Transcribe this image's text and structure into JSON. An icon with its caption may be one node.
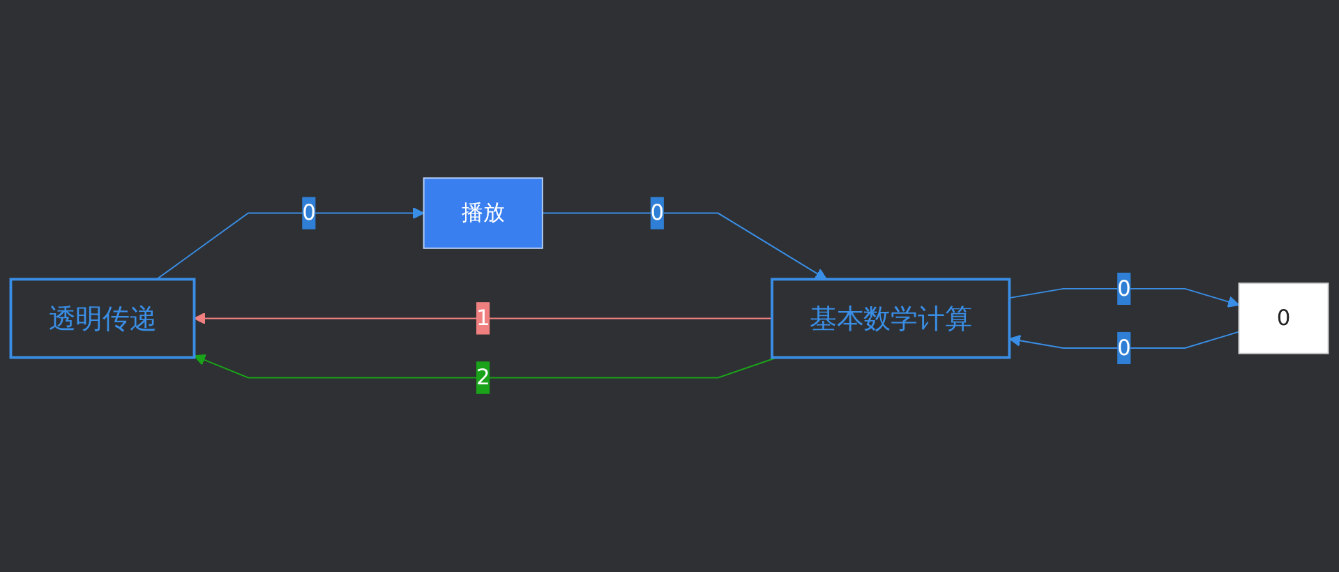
{
  "diagram": {
    "nodes": [
      {
        "text": [
          "透明传递"
        ]
      },
      {
        "text": [
          "基本数学计算"
        ]
      },
      {
        "text": [
          "0"
        ]
      },
      {
        "text": [
          "播放"
        ]
      }
    ],
    "edges": [
      {
        "from": 0,
        "to": 3,
        "arrow": "to",
        "label": "0"
      },
      {
        "from": 1,
        "to": 0,
        "arrow": "to",
        "label": "1",
        "color": "#f08080"
      },
      {
        "from": 1,
        "to": 0,
        "arrow": "to",
        "label": "2",
        "color": "#1aa31a"
      },
      {
        "from": 2,
        "to": 1,
        "arrow": "to",
        "label": "0"
      },
      {
        "from": 1,
        "to": 2,
        "arrow": "to",
        "label": "0"
      },
      {
        "from": 3,
        "to": 1,
        "arrow": "to",
        "label": "0"
      }
    ]
  }
}
